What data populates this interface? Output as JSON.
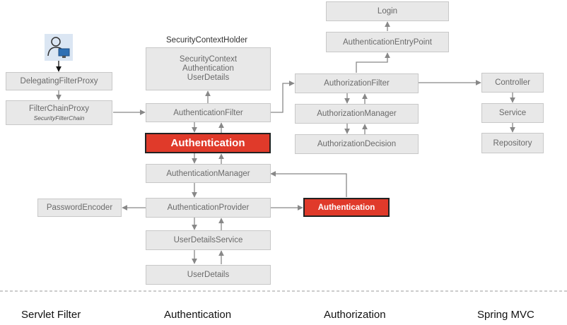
{
  "nodes": {
    "delegating_filter_proxy": "DelegatingFilterProxy",
    "filter_chain_proxy": "FilterChainProxy",
    "filter_chain_proxy_sub": "SecurityFilterChain",
    "security_context_holder": "SecurityContextHolder",
    "security_context": [
      "SecurityContext",
      "Authentication",
      "UserDetails"
    ],
    "authentication_filter": "AuthenticationFilter",
    "authentication_main": "Authentication",
    "authentication_manager": "AuthenticationManager",
    "authentication_provider": "AuthenticationProvider",
    "password_encoder": "PasswordEncoder",
    "authentication_result": "Authentication",
    "user_details_service": "UserDetailsService",
    "user_details": "UserDetails",
    "login": "Login",
    "authentication_entry_point": "AuthenticationEntryPoint",
    "authorization_filter": "AuthorizationFilter",
    "authorization_manager": "AuthorizationManager",
    "authorization_decision": "AuthorizationDecision",
    "controller": "Controller",
    "service": "Service",
    "repository": "Repository"
  },
  "sections": [
    "Servlet Filter",
    "Authentication",
    "Authorization",
    "Spring MVC"
  ],
  "colors": {
    "box_fill": "#e8e8e8",
    "accent_red": "#e03a2a",
    "arrow": "#888888"
  }
}
